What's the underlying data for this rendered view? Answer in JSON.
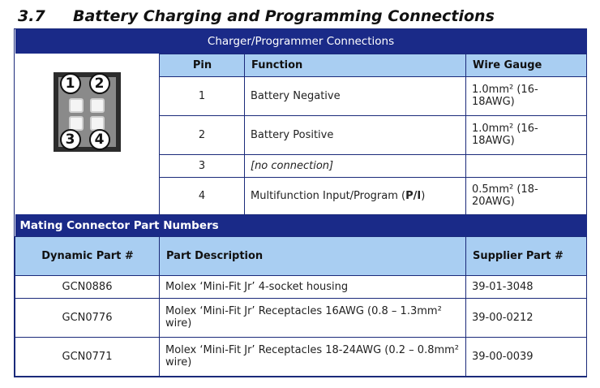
{
  "heading": {
    "number": "3.7",
    "title": "Battery Charging and Programming Connections"
  },
  "charger": {
    "title": "Charger/Programmer Connections",
    "headers": [
      "Pin",
      "Function",
      "Wire Gauge"
    ],
    "rows": [
      {
        "pin": "1",
        "function": "Battery Negative",
        "gauge": "1.0mm² (16-18AWG)"
      },
      {
        "pin": "2",
        "function": "Battery Positive",
        "gauge": "1.0mm² (16-18AWG)"
      },
      {
        "pin": "3",
        "function": "[no connection]",
        "gauge": ""
      },
      {
        "pin": "4",
        "function": "Multifunction Input/Program (",
        "function_bold": "P/I",
        "function_end": ")",
        "gauge": "0.5mm² (18-20AWG)"
      }
    ],
    "image_labels": [
      "1",
      "2",
      "3",
      "4"
    ]
  },
  "mating": {
    "title": "Mating Connector Part Numbers",
    "headers": [
      "Dynamic Part #",
      "Part Description",
      "Supplier Part #"
    ],
    "rows": [
      {
        "part": "GCN0886",
        "desc": "Molex ‘Mini-Fit Jr’ 4-socket housing",
        "supplier": "39-01-3048"
      },
      {
        "part": "GCN0776",
        "desc": "Molex ‘Mini-Fit Jr’ Receptacles 16AWG (0.8 – 1.3mm² wire)",
        "supplier": "39-00-0212"
      },
      {
        "part": "GCN0771",
        "desc": "Molex ‘Mini-Fit Jr’ Receptacles 18-24AWG (0.2 – 0.8mm² wire)",
        "supplier": "39-00-0039"
      }
    ]
  }
}
